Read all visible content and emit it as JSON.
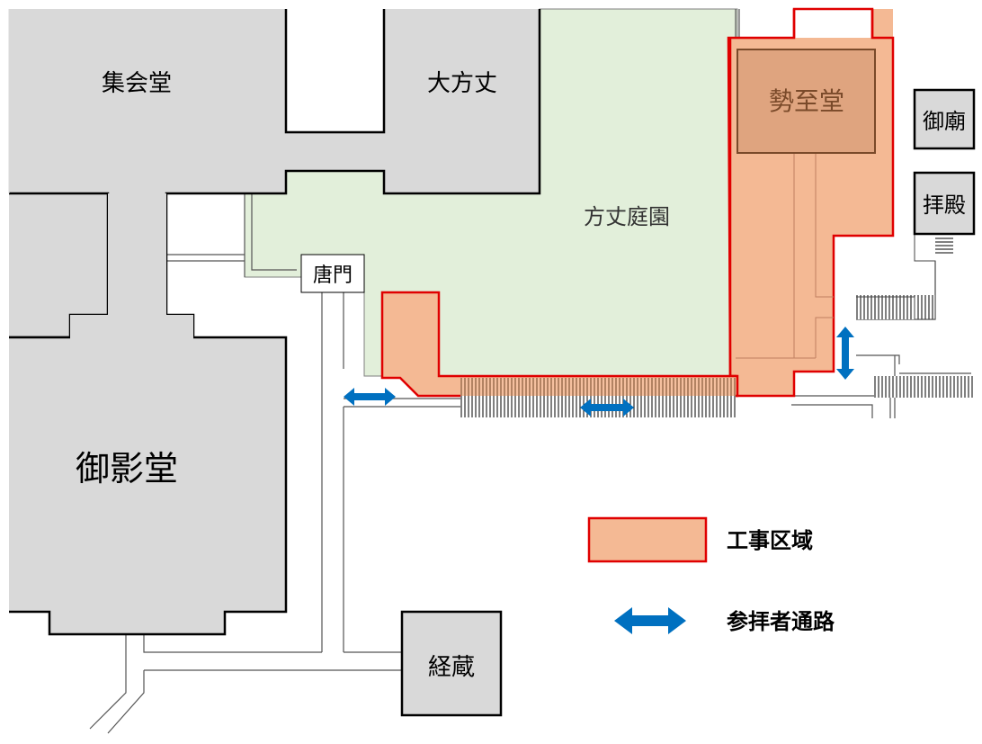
{
  "buildings": {
    "shukaido": "集会堂",
    "daihojo": "大方丈",
    "mieido": "御影堂",
    "seishido": "勢至堂",
    "gobyo": "御廟",
    "haiden": "拝殿",
    "kyozo": "経蔵"
  },
  "garden": "方丈庭園",
  "gate": "唐門",
  "legend": {
    "construction_area": "工事区域",
    "visitor_path": "参拝者通路"
  },
  "colors": {
    "building_fill": "#d9d9d9",
    "garden_fill": "#e2efda",
    "construction_fill": "#f4b994",
    "construction_border": "#e00000",
    "seishido_fill": "#dfa47f",
    "seishido_border": "#7a4a2a",
    "arrow": "#0070c0"
  }
}
